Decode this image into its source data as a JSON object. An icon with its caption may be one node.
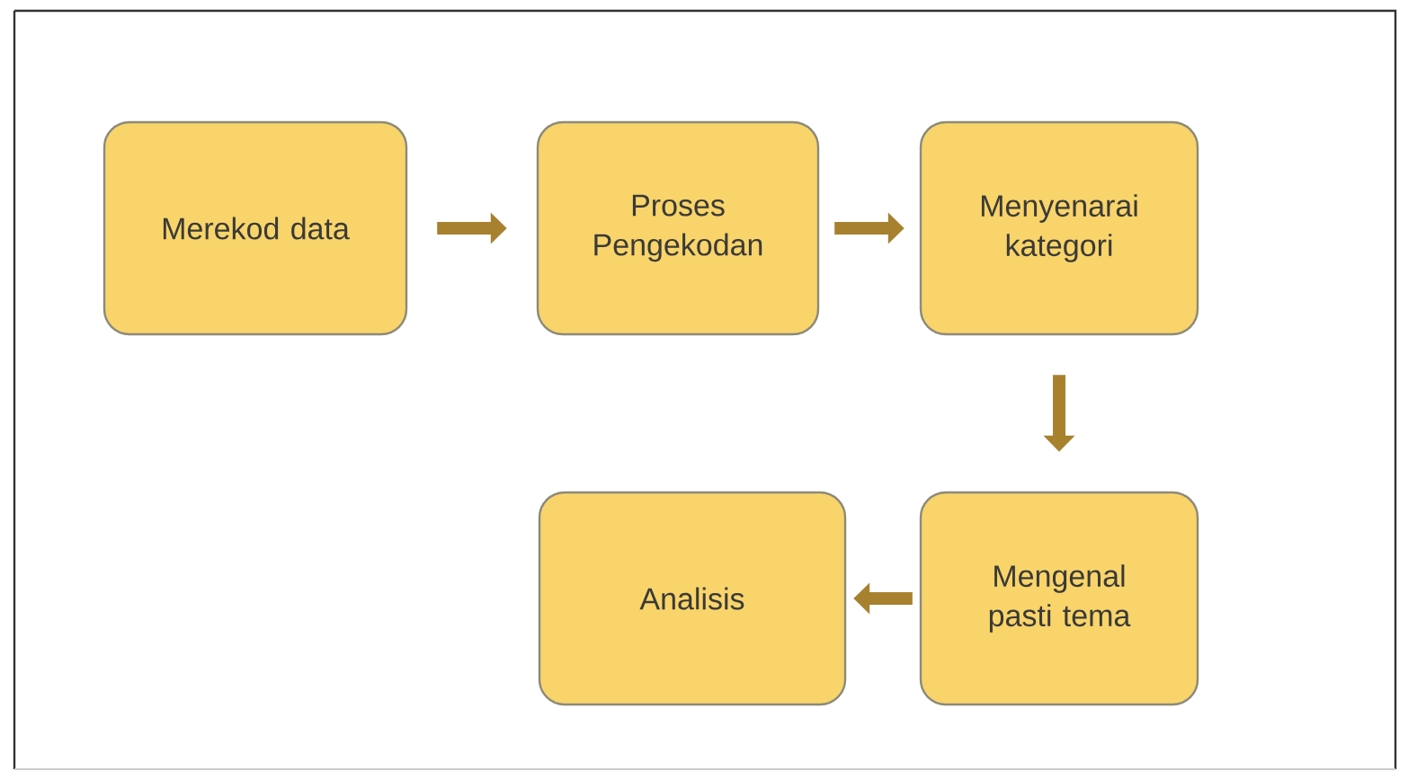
{
  "diagram": {
    "nodes": [
      {
        "text": [
          "Merekod data"
        ]
      },
      {
        "text": [
          "Proses Pengekodan"
        ]
      },
      {
        "text": [
          "Menyenarai kategori"
        ]
      },
      {
        "text": [
          "Analisis"
        ]
      },
      {
        "text": [
          "Mengenal pasti tema"
        ]
      }
    ],
    "edges": [
      {
        "from": 0,
        "to": 1,
        "arrow": "to"
      },
      {
        "from": 1,
        "to": 2,
        "arrow": "to"
      },
      {
        "from": 2,
        "to": 4,
        "arrow": "to"
      },
      {
        "from": 4,
        "to": 3,
        "arrow": "to"
      }
    ]
  }
}
